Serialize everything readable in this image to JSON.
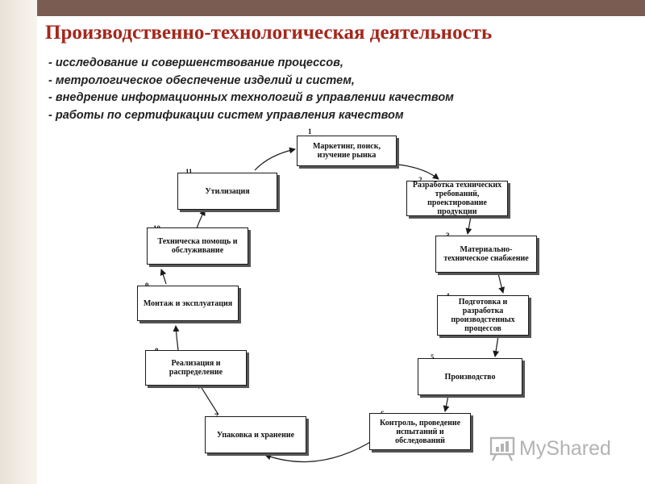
{
  "slide": {
    "title": "Производственно-технологическая деятельность",
    "bullets": [
      "- исследование и совершенствование процессов,",
      "- метрологическое обеспечение изделий и систем,",
      "- внедрение информационных технологий в управлении качеством",
      "- работы по сертификации систем управления качеством"
    ]
  },
  "diagram": {
    "steps": [
      {
        "num": "1",
        "label": "Маркетинг, поиск, изучение рынка"
      },
      {
        "num": "2",
        "label": "Разработка технических требований, проектирование продукции"
      },
      {
        "num": "3",
        "label": "Материально-техническое снабжение"
      },
      {
        "num": "4",
        "label": "Подготовка и разработка производстенных процессов"
      },
      {
        "num": "5",
        "label": "Производство"
      },
      {
        "num": "6",
        "label": "Контроль, проведение испытаний и обследований"
      },
      {
        "num": "7",
        "label": "Упаковка и хранение"
      },
      {
        "num": "8",
        "label": "Реализация и распределение"
      },
      {
        "num": "9",
        "label": "Монтаж и эксплуатация"
      },
      {
        "num": "10",
        "label": "Техническа помощь и обслуживание"
      },
      {
        "num": "11",
        "label": "Утилизация"
      }
    ]
  },
  "watermark": {
    "logo_text": "MyShared",
    "icon": "presentation-board-icon",
    "color": "#b3b3b3"
  },
  "colors": {
    "title": "#a4271b",
    "top_bar": "#7b5c52"
  }
}
